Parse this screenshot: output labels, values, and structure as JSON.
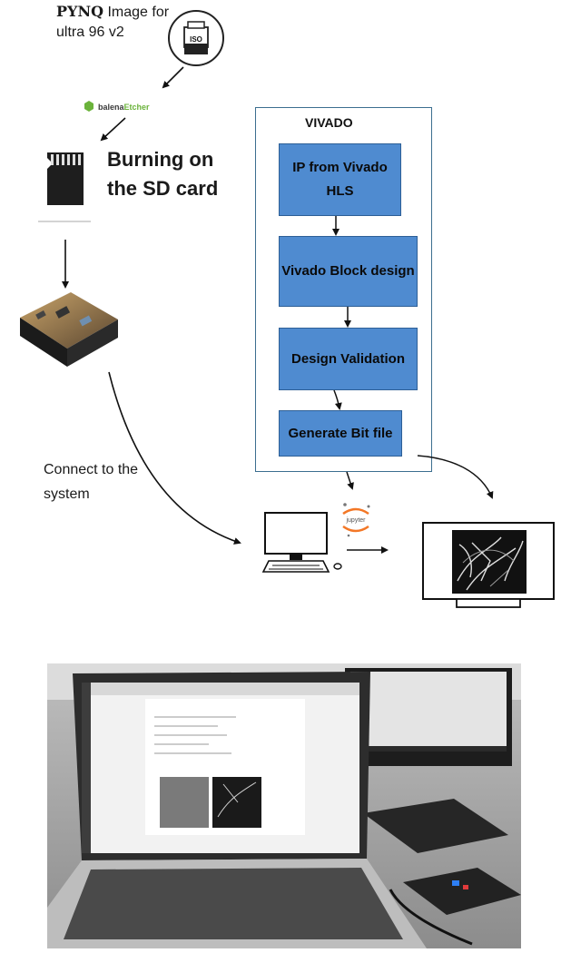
{
  "pynq_caption": {
    "bold": "PYNQ",
    "rest": "Image for ultra 96 v2"
  },
  "iso_icon_label": "ISO",
  "etcher_logo": {
    "part1": "balena",
    "part2": "Etcher"
  },
  "burn_caption": "Burning on the SD card",
  "connect_caption": "Connect to the system",
  "vivado": {
    "title": "VIVADO",
    "steps": [
      "IP from Vivado HLS",
      "Vivado Block design",
      "Design Validation",
      "Generate Bit file"
    ]
  },
  "jupyter_label": "jupyter",
  "colors": {
    "step_fill": "#4f8bd0",
    "step_border": "#2d5f96",
    "vivado_border": "#3c6e8f",
    "etcher_green": "#6bb33b"
  }
}
